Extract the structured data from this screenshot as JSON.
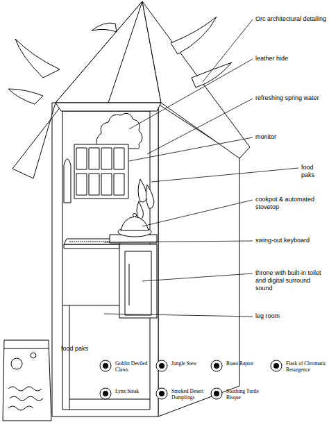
{
  "diagram": {
    "labels": [
      "Orc architectural detailing",
      "leather hide",
      "refreshing spring water",
      "monitor",
      "food paks",
      "cookpot & automated stovetop",
      "swing-out keyboard",
      "throne with built-in toilet and digital surround sound",
      "leg room",
      "food paks"
    ],
    "legend": [
      {
        "text": "Goblin Deviled Claws"
      },
      {
        "text": "Jungle Stew"
      },
      {
        "text": "Roast Raptor"
      },
      {
        "text": "Flask of Chromatic Resurgence"
      },
      {
        "text": "Lynx Steak"
      },
      {
        "text": "Smoked Desert Dumplings"
      },
      {
        "text": "Soothing Turtle Bisque"
      }
    ]
  }
}
